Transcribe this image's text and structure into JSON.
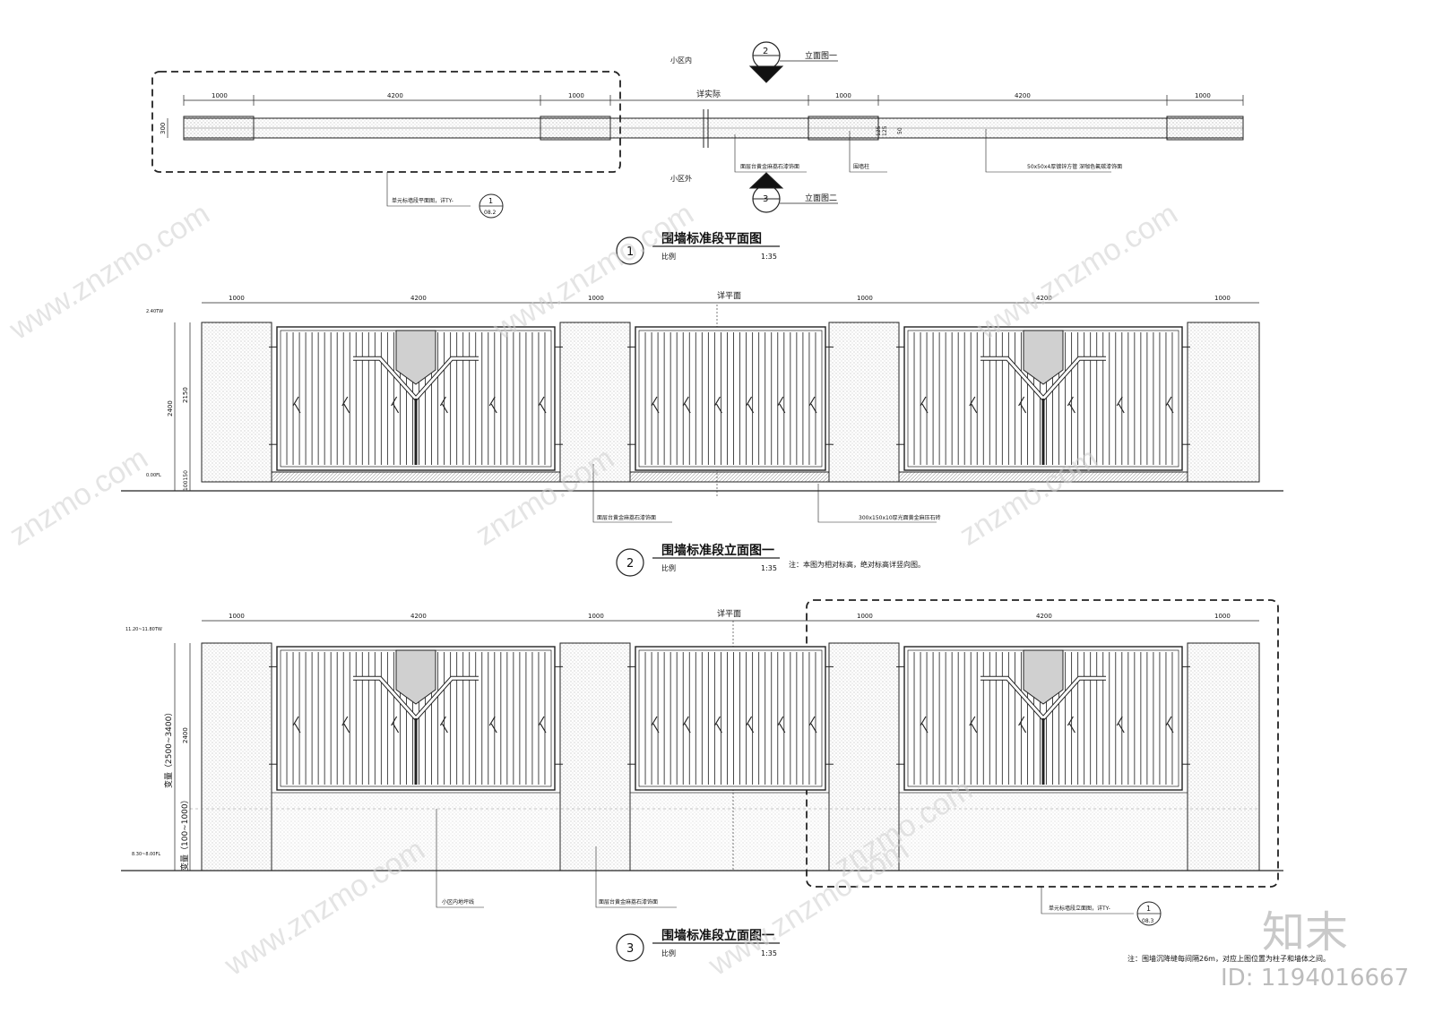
{
  "plan": {
    "label_inside": "小区内",
    "label_outside": "小区外",
    "see_actual": "详实际",
    "dims": [
      "1000",
      "4200",
      "1000",
      "1000",
      "4200",
      "1000"
    ],
    "depth": "300",
    "dims_right_small": [
      "125",
      "125",
      "50"
    ],
    "note_stone": "面层台黄金麻荔石漆饰面",
    "note_post": "围墙柱",
    "note_steel": "50x50x4厚镀锌方管 深咖色氟碳漆饰面",
    "callout_text": "单元标墙段平面图，详TY-",
    "callout_num": "1",
    "callout_sheet": "08.2",
    "sec2_num": "2",
    "sec2_label": "立面图一",
    "sec3_num": "3",
    "sec3_label": "立面图二"
  },
  "title1": {
    "num": "1",
    "text": "围墙标准段平面图",
    "scale_label": "比例",
    "scale": "1:35"
  },
  "elev1": {
    "dims": [
      "1000",
      "4200",
      "1000",
      "1000",
      "4200",
      "1000"
    ],
    "see_plan": "详平面",
    "level_top": "2.40TW",
    "level_base": "0.00FL",
    "h_total": "2400",
    "h_upper": "2150",
    "h_base": "100150",
    "note_stone": "面层台黄金麻荔石漆饰面",
    "note_cap": "300x150x10厚光面黄金麻压石砖"
  },
  "title2": {
    "num": "2",
    "text": "围墙标准段立面图一",
    "scale_label": "比例",
    "scale": "1:35",
    "note": "注：本图为相对标高，绝对标高详竖向图。"
  },
  "elev2": {
    "dims": [
      "1000",
      "4200",
      "1000",
      "1000",
      "4200",
      "1000"
    ],
    "see_plan": "详平面",
    "level_top": "11.20~11.80TW",
    "level_base": "8.30~8.00FL",
    "h_upper": "2400",
    "h_var": "变量（2500~3400）",
    "h_var2": "变量（100~1000）",
    "note_line": "小区内地坪线",
    "note_stone": "面层台黄金麻荔石漆饰面",
    "callout_text": "单元标墙段立面图，详TY-",
    "callout_num": "1",
    "callout_sheet": "08.3"
  },
  "title3": {
    "num": "3",
    "text": "围墙标准段立面图一",
    "scale_label": "比例",
    "scale": "1:35",
    "note": "注：围墙沉降缝每间隔26m，对应上图位置为柱子和墙体之间。"
  },
  "watermark": {
    "brand": "知末",
    "id": "ID: 1194016667",
    "site": "znzmo.com",
    "site_www": "www.znzmo.com"
  }
}
